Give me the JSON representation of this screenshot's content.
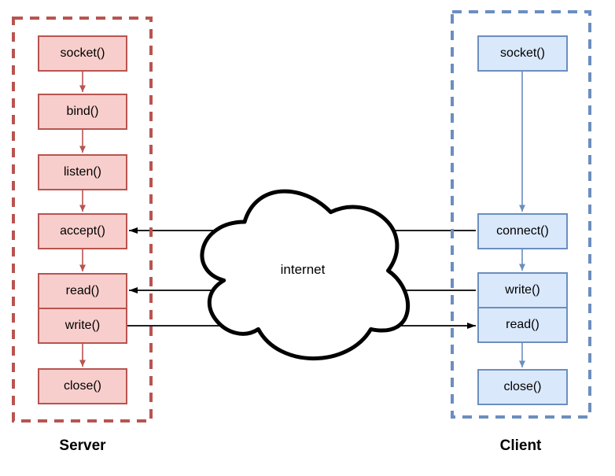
{
  "internet_label": "internet",
  "server": {
    "label": "Server",
    "boxes": [
      "socket()",
      "bind()",
      "listen()",
      "accept()",
      "read()",
      "write()",
      "close()"
    ],
    "fill": "#F8CECC",
    "stroke": "#B85450"
  },
  "client": {
    "label": "Client",
    "boxes": [
      "socket()",
      "connect()",
      "write()",
      "read()",
      "close()"
    ],
    "fill": "#DAE8FC",
    "stroke": "#6C8EBF"
  },
  "connections": [
    {
      "from": "client connect()",
      "to": "server accept()"
    },
    {
      "from": "client write()",
      "to": "server read()"
    },
    {
      "from": "server write()",
      "to": "client read()"
    }
  ],
  "colors": {
    "connection_line": "#000000",
    "cloud_outline": "#000000",
    "cloud_fill": "#FFFFFF",
    "background": "#FFFFFF",
    "text": "#000000"
  }
}
